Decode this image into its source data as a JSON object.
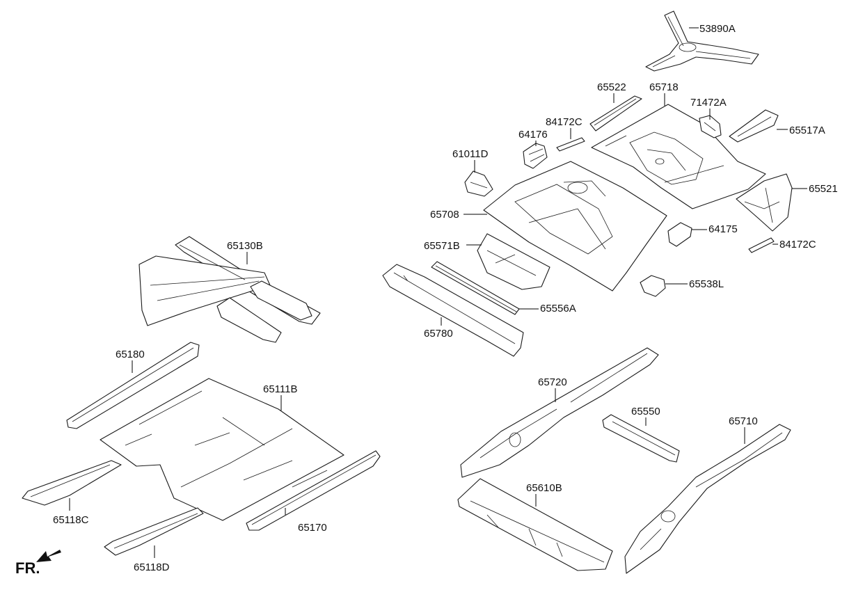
{
  "parts": [
    {
      "id": "53890A",
      "label": "53890A"
    },
    {
      "id": "65522",
      "label": "65522"
    },
    {
      "id": "65718",
      "label": "65718"
    },
    {
      "id": "71472A",
      "label": "71472A"
    },
    {
      "id": "84172C_top",
      "label": "84172C"
    },
    {
      "id": "65517A",
      "label": "65517A"
    },
    {
      "id": "64176",
      "label": "64176"
    },
    {
      "id": "61011D",
      "label": "61011D"
    },
    {
      "id": "65521",
      "label": "65521"
    },
    {
      "id": "65708",
      "label": "65708"
    },
    {
      "id": "64175",
      "label": "64175"
    },
    {
      "id": "65571B",
      "label": "65571B"
    },
    {
      "id": "84172C_bottom",
      "label": "84172C"
    },
    {
      "id": "65538L",
      "label": "65538L"
    },
    {
      "id": "65556A",
      "label": "65556A"
    },
    {
      "id": "65780",
      "label": "65780"
    },
    {
      "id": "65130B",
      "label": "65130B"
    },
    {
      "id": "65180",
      "label": "65180"
    },
    {
      "id": "65111B",
      "label": "65111B"
    },
    {
      "id": "65720",
      "label": "65720"
    },
    {
      "id": "65550",
      "label": "65550"
    },
    {
      "id": "65710",
      "label": "65710"
    },
    {
      "id": "65610B",
      "label": "65610B"
    },
    {
      "id": "65170",
      "label": "65170"
    },
    {
      "id": "65118C",
      "label": "65118C"
    },
    {
      "id": "65118D",
      "label": "65118D"
    }
  ],
  "direction_marker": {
    "label": "FR."
  }
}
